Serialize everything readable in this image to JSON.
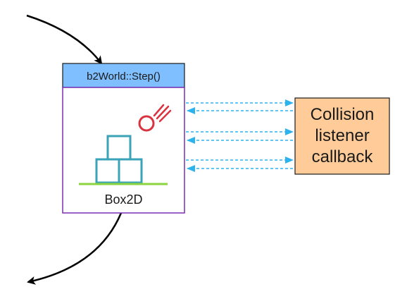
{
  "diagram": {
    "step_label": "b2World::Step()",
    "box_label": "Box2D",
    "listener_lines": [
      "Collision",
      "listener",
      "callback"
    ]
  },
  "colors": {
    "step_header_fill": "#80bfff",
    "step_header_stroke": "#1a1a1a",
    "box_stroke": "#7a2fb3",
    "crate_stroke": "#3aa3b8",
    "ground": "#8bd43f",
    "ball": "#d9333f",
    "listener_fill": "#ffcc99",
    "listener_stroke": "#1a1a1a",
    "dashed_arrow": "#2cb3ee",
    "flow_arrow": "#000000"
  },
  "icons": {
    "ball": "falling-ball-icon",
    "crates": "stacked-crates-icon"
  }
}
